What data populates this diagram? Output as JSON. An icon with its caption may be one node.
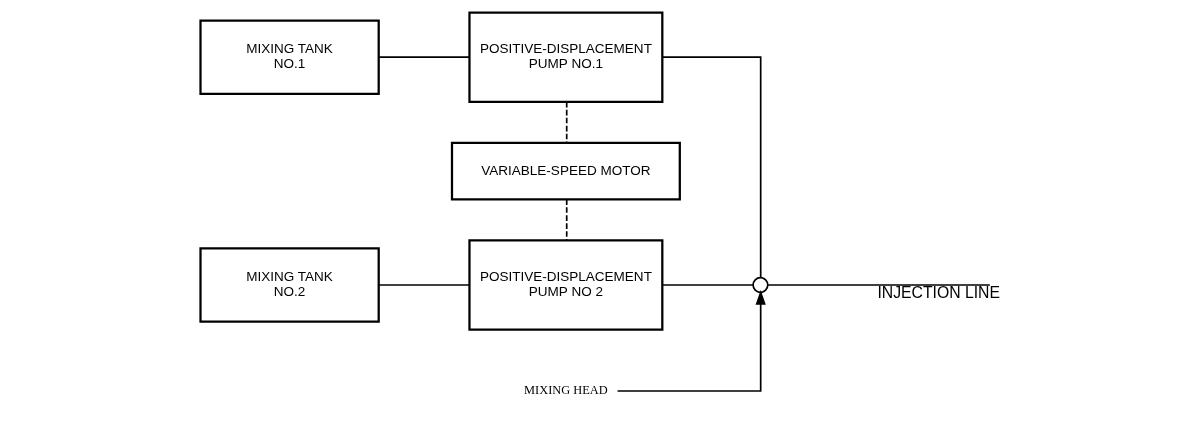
{
  "diagram": {
    "nodes": [
      {
        "text": [
          "MIXING TANK NO.1"
        ]
      },
      {
        "text": [
          "POSITIVE-DISPLACEMENT PUMP NO.1"
        ]
      },
      {
        "text": [
          "VARIABLE-SPEED MOTOR"
        ]
      },
      {
        "text": [
          "MIXING TANK NO.2"
        ]
      },
      {
        "text": [
          "POSITIVE-DISPLACEMENT PUMP NO 2"
        ]
      },
      {
        "text": [],
        "shape": "circle"
      },
      {
        "text": [
          "MIXING HEAD"
        ]
      }
    ],
    "edges": [
      {
        "from": 0,
        "to": 1,
        "arrow": "none"
      },
      {
        "from": 1,
        "to": 2,
        "arrow": "none",
        "style": "dashed"
      },
      {
        "from": 2,
        "to": 4,
        "arrow": "none",
        "style": "dashed"
      },
      {
        "from": 3,
        "to": 4,
        "arrow": "none"
      },
      {
        "from": 1,
        "to": 5,
        "arrow": "none"
      },
      {
        "from": 4,
        "to": 5,
        "arrow": "none"
      },
      {
        "from": 6,
        "to": 5,
        "arrow": "to"
      },
      {
        "from": 5,
        "to": null,
        "arrow": "none",
        "label": "INJECTION LINE"
      }
    ]
  }
}
